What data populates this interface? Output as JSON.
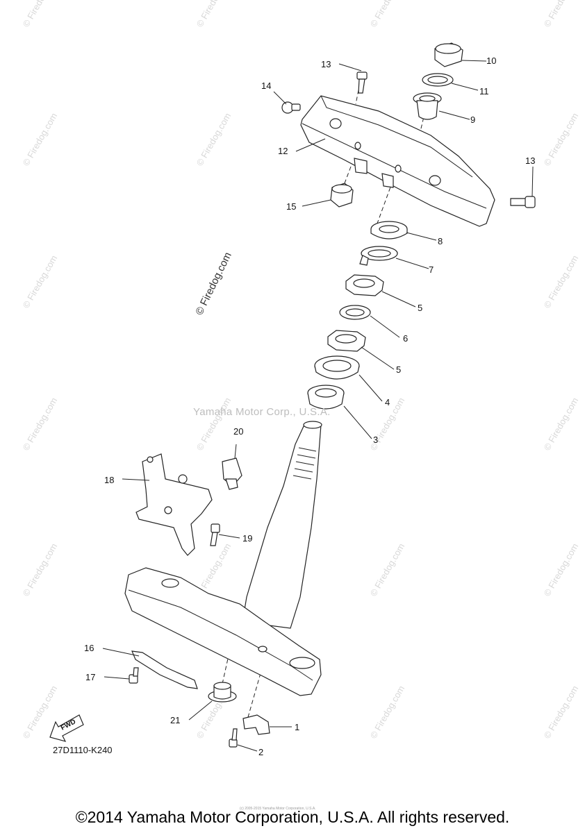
{
  "diagram": {
    "code": "27D1110-K240",
    "direction_arrow": "FWD",
    "watermark_center": "Yamaha Motor Corp., U.S.A.",
    "watermark_site": "© Firedog.com",
    "fine_print": "(c) 2005-2015 Yamaha Motor Corporation, U.S.A.",
    "copyright": "©2014 Yamaha Motor Corporation, U.S.A. All rights reserved.",
    "callouts": [
      "1",
      "2",
      "3",
      "4",
      "5",
      "5",
      "6",
      "7",
      "8",
      "9",
      "10",
      "11",
      "12",
      "13",
      "13",
      "14",
      "15",
      "16",
      "17",
      "18",
      "19",
      "20",
      "21"
    ]
  }
}
